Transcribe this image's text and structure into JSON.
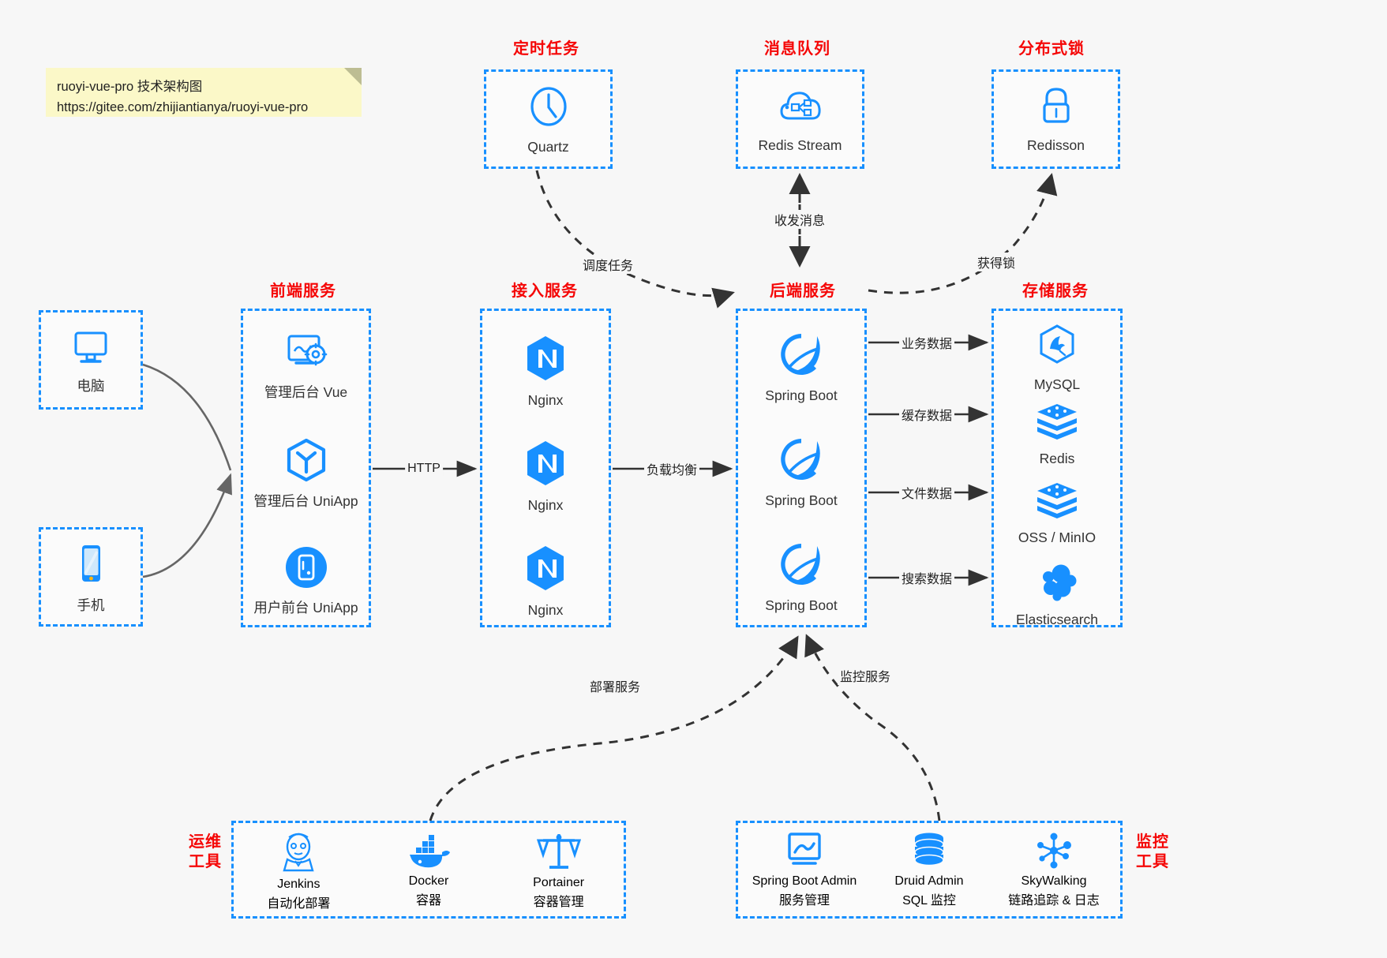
{
  "note": {
    "line1": "ruoyi-vue-pro 技术架构图",
    "line2": "https://gitee.com/zhijiantianya/ruoyi-vue-pro"
  },
  "colors": {
    "group_border": "#1890ff",
    "group_title": "#f50606",
    "icon_blue": "#1890ff",
    "background": "#f7f7f7",
    "note_bg": "#fbf8c8",
    "arrow": "#333333"
  },
  "groups": {
    "scheduled_task": {
      "title": "定时任务"
    },
    "message_queue": {
      "title": "消息队列"
    },
    "distributed_lock": {
      "title": "分布式锁"
    },
    "frontend": {
      "title": "前端服务"
    },
    "gateway": {
      "title": "接入服务"
    },
    "backend": {
      "title": "后端服务"
    },
    "storage": {
      "title": "存储服务"
    },
    "devops": {
      "title": "运维\n工具",
      "title_l1": "运维",
      "title_l2": "工具"
    },
    "monitoring": {
      "title": "监控\n工具",
      "title_l1": "监控",
      "title_l2": "工具"
    }
  },
  "nodes": {
    "quartz": {
      "label": "Quartz",
      "icon": "clock-icon"
    },
    "redis_stream": {
      "label": "Redis Stream",
      "icon": "cloud-stream-icon"
    },
    "redisson": {
      "label": "Redisson",
      "icon": "lock-icon"
    },
    "pc": {
      "label": "电脑",
      "icon": "desktop-icon"
    },
    "phone": {
      "label": "手机",
      "icon": "mobile-icon"
    },
    "admin_vue": {
      "label": "管理后台 Vue",
      "icon": "dashboard-settings-icon"
    },
    "admin_uniapp": {
      "label": "管理后台 UniApp",
      "icon": "uniapp-cube-icon"
    },
    "user_uniapp": {
      "label": "用户前台 UniApp",
      "icon": "mobile-app-icon"
    },
    "nginx1": {
      "label": "Nginx",
      "icon": "nginx-icon"
    },
    "nginx2": {
      "label": "Nginx",
      "icon": "nginx-icon"
    },
    "nginx3": {
      "label": "Nginx",
      "icon": "nginx-icon"
    },
    "springboot1": {
      "label": "Spring Boot",
      "icon": "spring-boot-icon"
    },
    "springboot2": {
      "label": "Spring Boot",
      "icon": "spring-boot-icon"
    },
    "springboot3": {
      "label": "Spring Boot",
      "icon": "spring-boot-icon"
    },
    "mysql": {
      "label": "MySQL",
      "icon": "mysql-icon"
    },
    "redis": {
      "label": "Redis",
      "icon": "redis-icon"
    },
    "oss": {
      "label": "OSS / MinIO",
      "icon": "redis-icon"
    },
    "elasticsearch": {
      "label": "Elasticsearch",
      "icon": "elasticsearch-icon"
    },
    "jenkins": {
      "label": "Jenkins",
      "sublabel": "自动化部署",
      "icon": "jenkins-icon"
    },
    "docker": {
      "label": "Docker",
      "sublabel": "容器",
      "icon": "docker-icon"
    },
    "portainer": {
      "label": "Portainer",
      "sublabel": "容器管理",
      "icon": "scales-icon"
    },
    "sba": {
      "label": "Spring Boot Admin",
      "sublabel": "服务管理",
      "icon": "monitor-chart-icon"
    },
    "druid": {
      "label": "Druid Admin",
      "sublabel": "SQL 监控",
      "icon": "database-icon"
    },
    "skywalking": {
      "label": "SkyWalking",
      "sublabel": "链路追踪 & 日志",
      "icon": "skywalking-icon"
    }
  },
  "edges": {
    "http": {
      "label": "HTTP"
    },
    "load_balance": {
      "label": "负载均衡"
    },
    "schedule_task": {
      "label": "调度任务"
    },
    "send_recv_msg": {
      "label": "收发消息"
    },
    "acquire_lock": {
      "label": "获得锁"
    },
    "business_data": {
      "label": "业务数据"
    },
    "cache_data": {
      "label": "缓存数据"
    },
    "file_data": {
      "label": "文件数据"
    },
    "search_data": {
      "label": "搜索数据"
    },
    "deploy_service": {
      "label": "部署服务"
    },
    "monitor_service": {
      "label": "监控服务"
    }
  }
}
